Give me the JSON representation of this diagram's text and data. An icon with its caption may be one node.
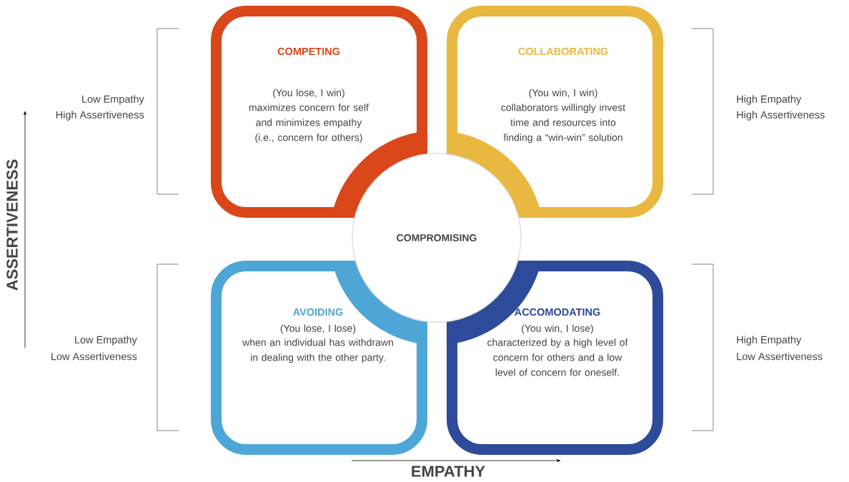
{
  "diagram": {
    "nodes": [
      {
        "text": [
          "COMPETING",
          "(You lose, I win)",
          "maximizes concern for self and minimizes empathy (i.e., concern for others)"
        ]
      },
      {
        "text": [
          "COLLABORATING",
          "(You win, I win)",
          "collaborators willingly invest time and resources into finding a “win-win” solution"
        ]
      },
      {
        "text": [
          "AVOIDING",
          "(You lose, I lose)",
          "when an individual has withdrawn in dealing with the other party."
        ]
      },
      {
        "text": [
          "ACCOMODATING",
          "(You win, I lose)",
          "characterized by a high level of concern for others and a low level of concern for oneself."
        ]
      },
      {
        "text": [
          "COMPROMISING"
        ]
      }
    ],
    "labels": [
      "Low Empathy",
      "High Assertiveness",
      "High Empathy",
      "High Assertiveness",
      "ASSERTIVENESS",
      "Low Empathy",
      "Low Assertiveness",
      "High Empathy",
      "Low Assertiveness",
      "EMPATHY"
    ]
  }
}
